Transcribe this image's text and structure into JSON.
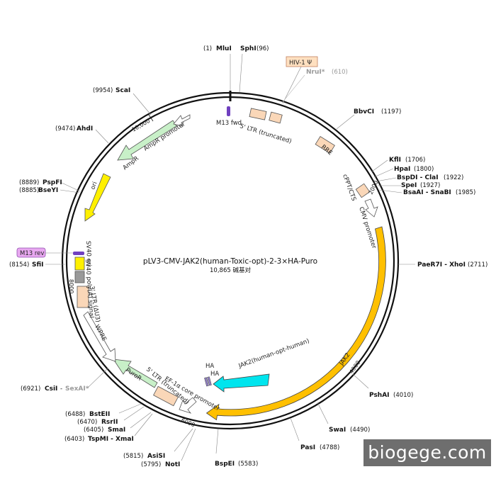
{
  "map": {
    "title": "pLV3-CMV-JAK2(human-Toxic-opt)-2-3×HA-Puro",
    "size": "10,865 碱基对"
  },
  "watermark": "biogege.com",
  "ticks": [
    "10,000",
    "2000",
    "4000",
    "6000",
    "8000"
  ],
  "features": {
    "m13_fwd": "M13 fwd",
    "ltr5_trunc_top": "5' LTR (truncated)",
    "hiv1_psi": "HIV-1 Ψ",
    "rre": "RRE",
    "cppt": "cPPT/CTS",
    "cmv": "CMV promoter",
    "jak2": "JAK2",
    "jak2_opt": "JAK2(human-opt-human)",
    "ha1": "HA",
    "ha2": "HA",
    "ef1a": "EF-1α core promoter",
    "puror": "PuroR",
    "ltr5_trunc_bottom": "5' LTR (truncated)",
    "wpre": "WPRE",
    "ltr3": "3' LTR (ΔU3)",
    "sv40_polya": "SV40 poly(A) signal",
    "sv40_ori": "SV40 ori",
    "m13_rev": "M13 rev",
    "ori": "ori",
    "ampr": "AmpR",
    "ampr_promoter": "AmpR promoter"
  },
  "sites": {
    "mlui": {
      "name": "MluI",
      "pos": "(1)"
    },
    "sphi": {
      "name": "SphI",
      "pos": "(96)"
    },
    "nrui": {
      "name": "NruI*",
      "pos": "(610)"
    },
    "bbvci": {
      "name": "BbvCI",
      "pos": "(1197)"
    },
    "kfli": {
      "name": "KflI",
      "pos": "(1706)"
    },
    "hpai": {
      "name": "HpaI",
      "pos": "(1800)"
    },
    "bspdi": {
      "name": "BspDI - ClaI",
      "pos": "(1922)"
    },
    "spei": {
      "name": "SpeI",
      "pos": "(1927)"
    },
    "bsaai": {
      "name": "BsaAI - SnaBI",
      "pos": "(1985)"
    },
    "paer7i": {
      "name": "PaeR7I - XhoI",
      "pos": "(2711)"
    },
    "pshai": {
      "name": "PshAI",
      "pos": "(4010)"
    },
    "swai": {
      "name": "SwaI",
      "pos": "(4490)"
    },
    "pasi": {
      "name": "PasI",
      "pos": "(4788)"
    },
    "bspei": {
      "name": "BspEI",
      "pos": "(5583)"
    },
    "asisi": {
      "name": "AsiSI",
      "pos": "(5815)"
    },
    "noti": {
      "name": "NotI",
      "pos": "(5795)"
    },
    "tspmi": {
      "name": "TspMI - XmaI",
      "pos": "(6403)"
    },
    "smai": {
      "name": "SmaI",
      "pos": "(6405)"
    },
    "rsrii": {
      "name": "RsrII",
      "pos": "(6470)"
    },
    "bsteii": {
      "name": "BstEII",
      "pos": "(6488)"
    },
    "csii": {
      "name": "CsiI",
      "sep": "-",
      "alt": "SexAI*",
      "pos": "(6921)"
    },
    "sfii": {
      "name": "SfiI",
      "pos": "(8154)"
    },
    "bseyi": {
      "name": "BseYI",
      "pos": "(8885)"
    },
    "pspfi": {
      "name": "PspFI",
      "pos": "(8889)"
    },
    "ahdi": {
      "name": "AhdI",
      "pos": "(9474)"
    },
    "scai": {
      "name": "ScaI",
      "pos": "(9954)"
    }
  },
  "colors": {
    "jak2": "#FFC000",
    "jak2_opt": "#00E5EE",
    "promoter": "#FFFFFF",
    "ampr": "#C8F0C8",
    "ori": "#FFF000",
    "ltr": "#FAD7B8",
    "m13_rev": "#E8A8F0",
    "hiv_box": "#FFE0C0",
    "watermark_bg": "#6E6E6E"
  }
}
